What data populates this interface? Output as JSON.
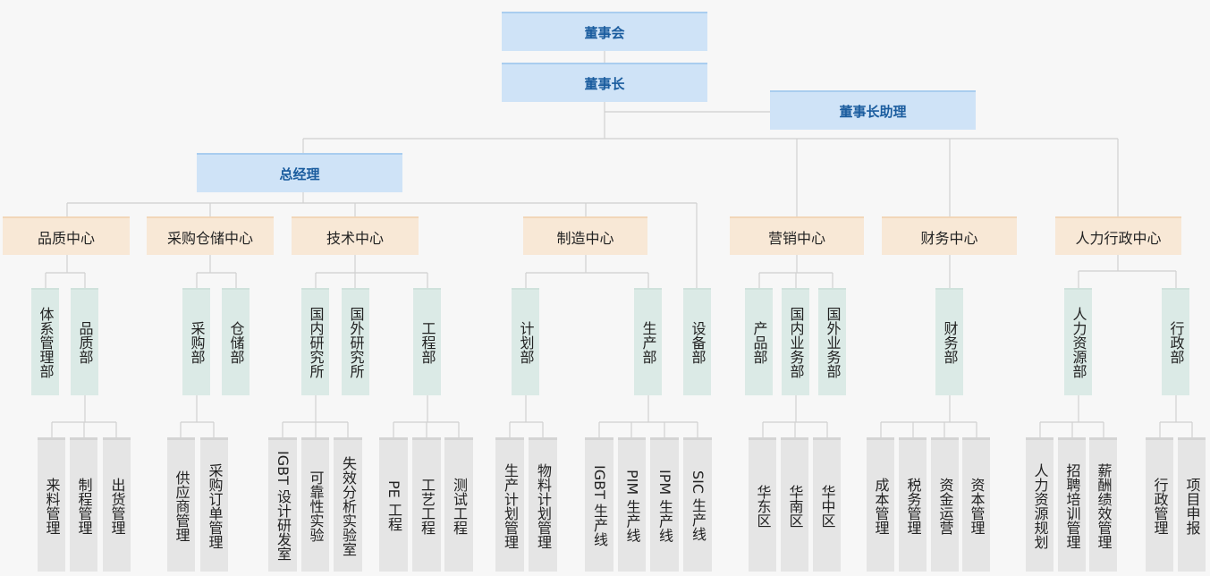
{
  "colors": {
    "background": "#f7f7f7",
    "exec_fill": "#cfe3f7",
    "exec_text": "#1a5c9e",
    "center_fill": "#f8e8d6",
    "dept_fill": "#dbeae6",
    "leaf_fill": "#e5e5e5",
    "line": "#d0d0d0"
  },
  "executives": {
    "board": "董事会",
    "chairman": "董事长",
    "chairman_assistant": "董事长助理",
    "general_manager": "总经理"
  },
  "centers": [
    {
      "name": "品质中心",
      "departments": [
        {
          "name": "体系管理部",
          "units": []
        },
        {
          "name": "品质部",
          "units": [
            "来料管理",
            "制程管理",
            "出货管理"
          ]
        }
      ]
    },
    {
      "name": "采购仓储中心",
      "departments": [
        {
          "name": "采购部",
          "units": [
            "供应商管理",
            "采购订单管理"
          ]
        },
        {
          "name": "仓储部",
          "units": []
        }
      ]
    },
    {
      "name": "技术中心",
      "departments": [
        {
          "name": "国内研究所",
          "units": [
            "IGBT 设计研发室",
            "可靠性实验",
            "失效分析实验室"
          ]
        },
        {
          "name": "国外研究所",
          "units": []
        },
        {
          "name": "工程部",
          "units": [
            "PE 工程",
            "工艺工程",
            "测试工程"
          ]
        }
      ]
    },
    {
      "name": "制造中心",
      "departments": [
        {
          "name": "计划部",
          "units": [
            "生产计划管理",
            "物料计划管理"
          ]
        },
        {
          "name": "生产部",
          "units": [
            "IGBT 生产线",
            "PIM 生产线",
            "IPM 生产线",
            "SIC 生产线"
          ]
        }
      ]
    },
    {
      "name": "营销中心",
      "departments": [
        {
          "name": "产品部",
          "units": []
        },
        {
          "name": "国内业务部",
          "units": [
            "华东区",
            "华南区",
            "华中区"
          ]
        },
        {
          "name": "国外业务部",
          "units": []
        }
      ]
    },
    {
      "name": "财务中心",
      "departments": [
        {
          "name": "财务部",
          "units": [
            "成本管理",
            "税务管理",
            "资金运营",
            "资本管理"
          ]
        }
      ]
    },
    {
      "name": "人力行政中心",
      "departments": [
        {
          "name": "人力资源部",
          "units": [
            "人力资源规划",
            "招聘培训管理",
            "薪酬绩效管理"
          ]
        },
        {
          "name": "行政部",
          "units": [
            "行政管理",
            "项目申报"
          ]
        }
      ]
    }
  ],
  "gm_direct_department": {
    "name": "设备部"
  }
}
